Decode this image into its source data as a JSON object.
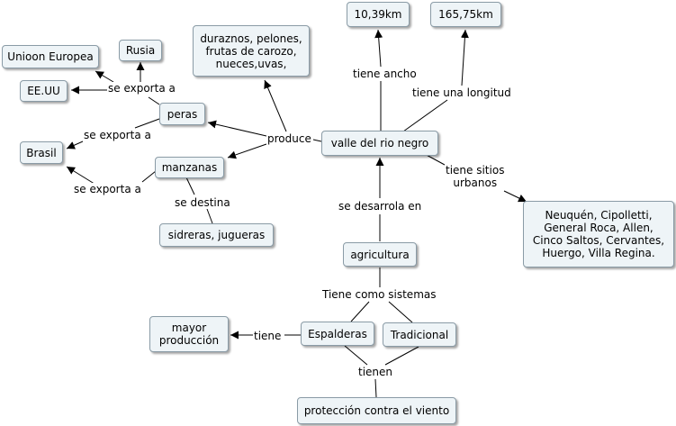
{
  "colors": {
    "node_fill": "#eef4f7",
    "node_border": "#8a9ba6",
    "line": "#000000"
  },
  "nodes": {
    "valle": "valle del rio negro",
    "ancho_val": "10,39km",
    "longitud_val": "165,75km",
    "productos": "duraznos, pelones,\nfrutas de carozo,\nnueces,uvas,",
    "peras": "peras",
    "manzanas": "manzanas",
    "rusia": "Rusia",
    "ue": "Unioon Europea",
    "eeuu": "EE.UU",
    "brasil": "Brasil",
    "sidreras": "sidreras, jugueras",
    "ciudades": "Neuquén, Cipolletti,\nGeneral Roca, Allen,\nCinco Saltos, Cervantes,\nHuergo, Villa Regina.",
    "agricultura": "agricultura",
    "espalderas": "Espalderas",
    "tradicional": "Tradicional",
    "mayor": "mayor\nproducción",
    "proteccion": "protección contra el viento"
  },
  "links": {
    "tiene_ancho": "tiene ancho",
    "tiene_longitud": "tiene una longitud",
    "produce": "produce",
    "exporta_peras_top": "se exporta a",
    "exporta_peras_brasil": "se exporta a",
    "exporta_manzanas": "se exporta a",
    "se_destina": "se destina",
    "sitios_urbanos": "tiene sitios\nurbanos",
    "se_desarrola": "se desarrola en",
    "tiene_sistemas": "Tiene como sistemas",
    "tiene": "tiene",
    "tienen": "tienen"
  }
}
